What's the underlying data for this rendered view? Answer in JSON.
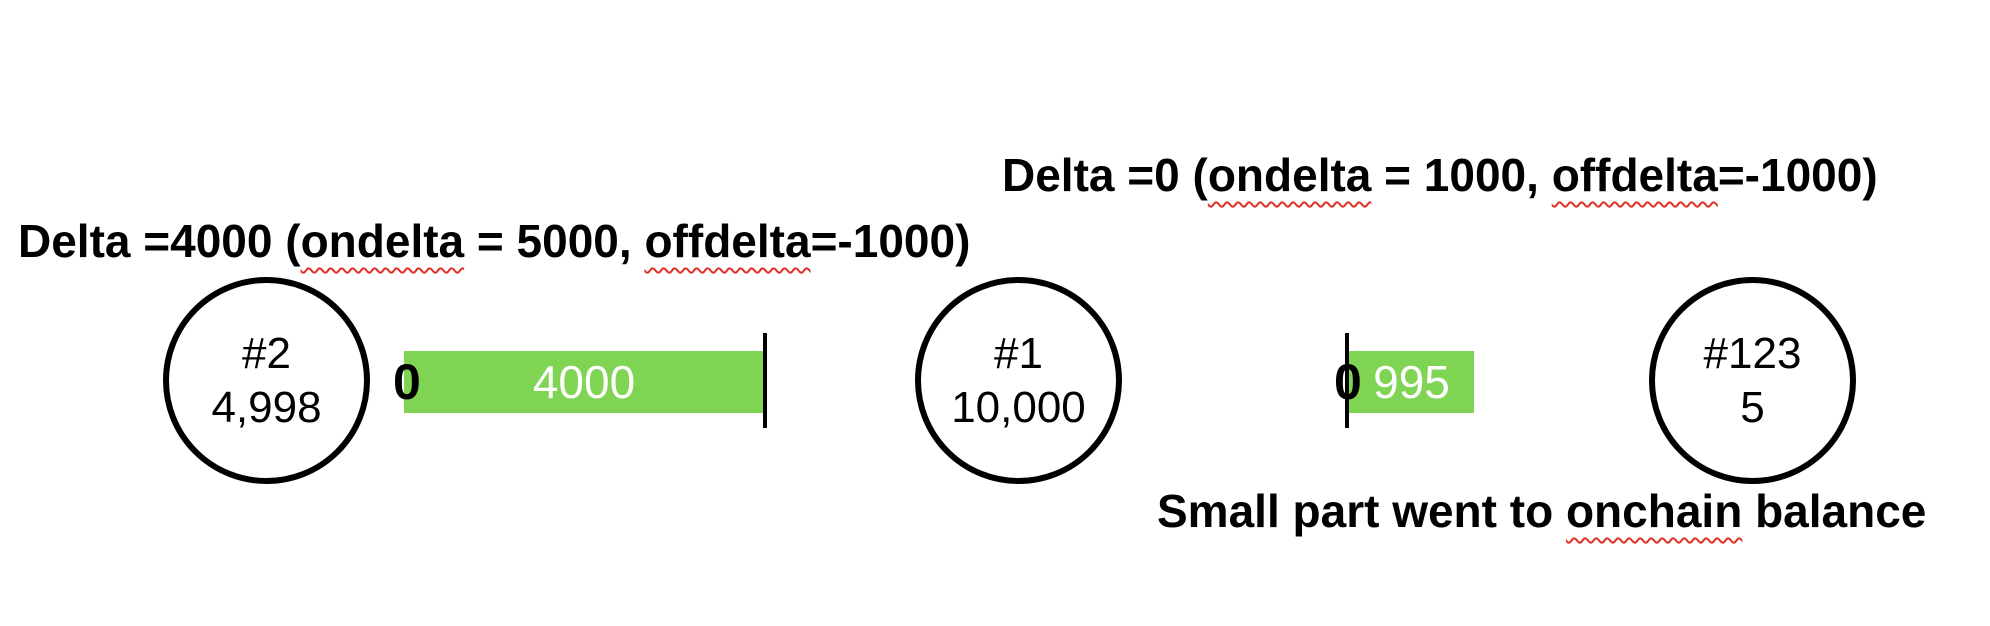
{
  "heading_left": {
    "prefix": "Delta =4000 (",
    "term1": "ondelta",
    "mid": " = 5000, ",
    "term2": "offdelta",
    "suffix": "=-1000)"
  },
  "heading_right": {
    "prefix": "Delta =0 (",
    "term1": "ondelta",
    "mid": " = 1000, ",
    "term2": "offdelta",
    "suffix": "=-1000)"
  },
  "nodes": [
    {
      "id": "#2",
      "balance": "4,998"
    },
    {
      "id": "#1",
      "balance": "10,000"
    },
    {
      "id": "#123",
      "balance": "5"
    }
  ],
  "channels": [
    {
      "zero_label": "0",
      "bar_value": "4000",
      "color": "#80d454"
    },
    {
      "zero_label": "0",
      "bar_value": "995",
      "color": "#80d454"
    }
  ],
  "caption": {
    "prefix": "Small part went to ",
    "term": "onchain",
    "suffix": " balance"
  },
  "colors": {
    "bar_fill": "#80d454",
    "squiggle_underline": "#e0302a"
  }
}
